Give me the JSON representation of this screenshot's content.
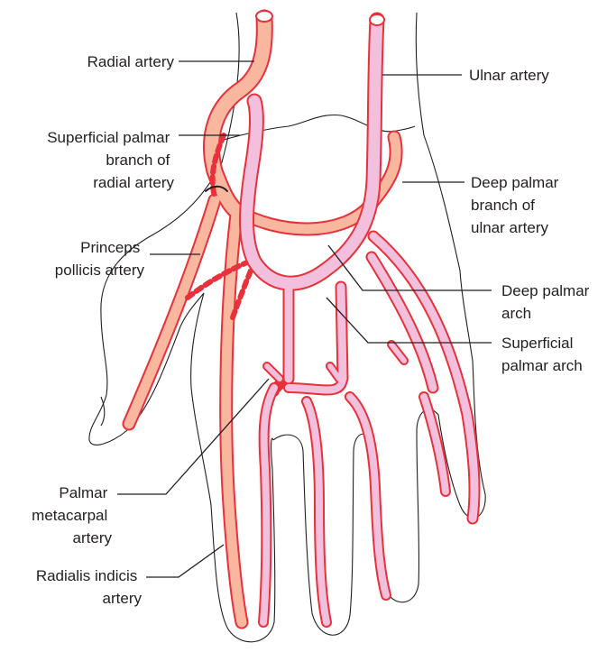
{
  "figure": {
    "colors": {
      "radial_fill": "#f9b7a0",
      "vessel_outline": "#e8313a",
      "ulnar_fill": "#f2c0dc",
      "outline": "#231f20"
    },
    "labels": {
      "radial_artery": [
        "Radial artery"
      ],
      "superficial_palmar_branch_radial": [
        "Superficial palmar",
        "branch of",
        "radial artery"
      ],
      "princeps_pollicis": [
        "Princeps",
        "pollicis artery"
      ],
      "palmar_metacarpal": [
        "Palmar",
        "metacarpal",
        "artery"
      ],
      "radialis_indicis": [
        "Radialis indicis",
        "artery"
      ],
      "ulnar_artery": [
        "Ulnar artery"
      ],
      "deep_palmar_branch_ulnar": [
        "Deep palmar",
        "branch of",
        "ulnar artery"
      ],
      "deep_palmar_arch": [
        "Deep palmar",
        "arch"
      ],
      "superficial_palmar_arch": [
        "Superficial",
        "palmar arch"
      ]
    }
  }
}
